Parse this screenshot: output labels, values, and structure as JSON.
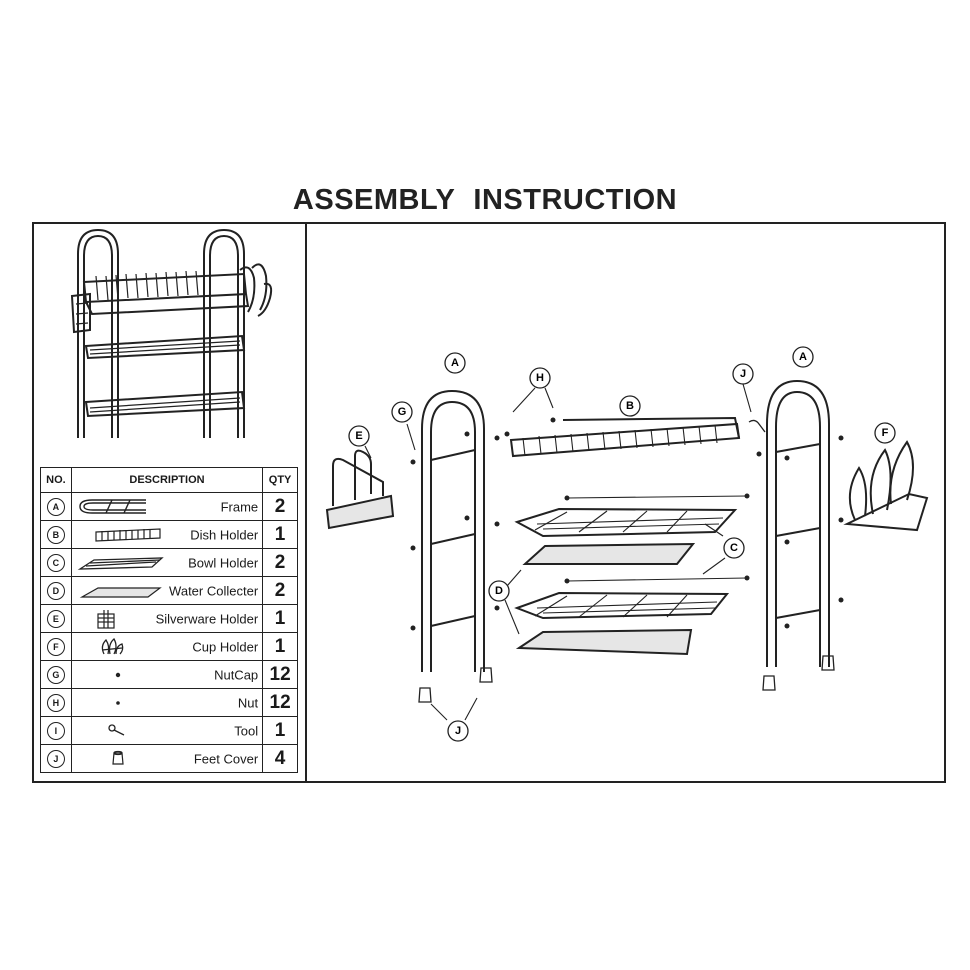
{
  "title": "ASSEMBLY  INSTRUCTION",
  "table": {
    "headers": {
      "no": "NO.",
      "description": "DESCRIPTION",
      "qty": "QTY"
    },
    "rows": [
      {
        "no": "A",
        "description": "Frame",
        "qty": "2",
        "thumb": "frame-icon"
      },
      {
        "no": "B",
        "description": "Dish Holder",
        "qty": "1",
        "thumb": "dish-holder-icon"
      },
      {
        "no": "C",
        "description": "Bowl Holder",
        "qty": "2",
        "thumb": "bowl-holder-icon"
      },
      {
        "no": "D",
        "description": "Water Collecter",
        "qty": "2",
        "thumb": "water-collector-icon"
      },
      {
        "no": "E",
        "description": "Silverware Holder",
        "qty": "1",
        "thumb": "silverware-holder-icon"
      },
      {
        "no": "F",
        "description": "Cup Holder",
        "qty": "1",
        "thumb": "cup-holder-icon"
      },
      {
        "no": "G",
        "description": "NutCap",
        "qty": "12",
        "thumb": "nutcap-icon"
      },
      {
        "no": "H",
        "description": "Nut",
        "qty": "12",
        "thumb": "nut-icon"
      },
      {
        "no": "I",
        "description": "Tool",
        "qty": "1",
        "thumb": "tool-icon"
      },
      {
        "no": "J",
        "description": "Feet Cover",
        "qty": "4",
        "thumb": "feet-cover-icon"
      }
    ]
  },
  "callouts": {
    "a_left": "A",
    "a_right": "A",
    "b": "B",
    "c": "C",
    "d": "D",
    "e": "E",
    "f": "F",
    "g": "G",
    "h": "H",
    "j_top": "J",
    "j_bottom": "J"
  },
  "colors": {
    "ink": "#222222",
    "paper": "#ffffff",
    "panel_fill": "#e6e6e6"
  }
}
